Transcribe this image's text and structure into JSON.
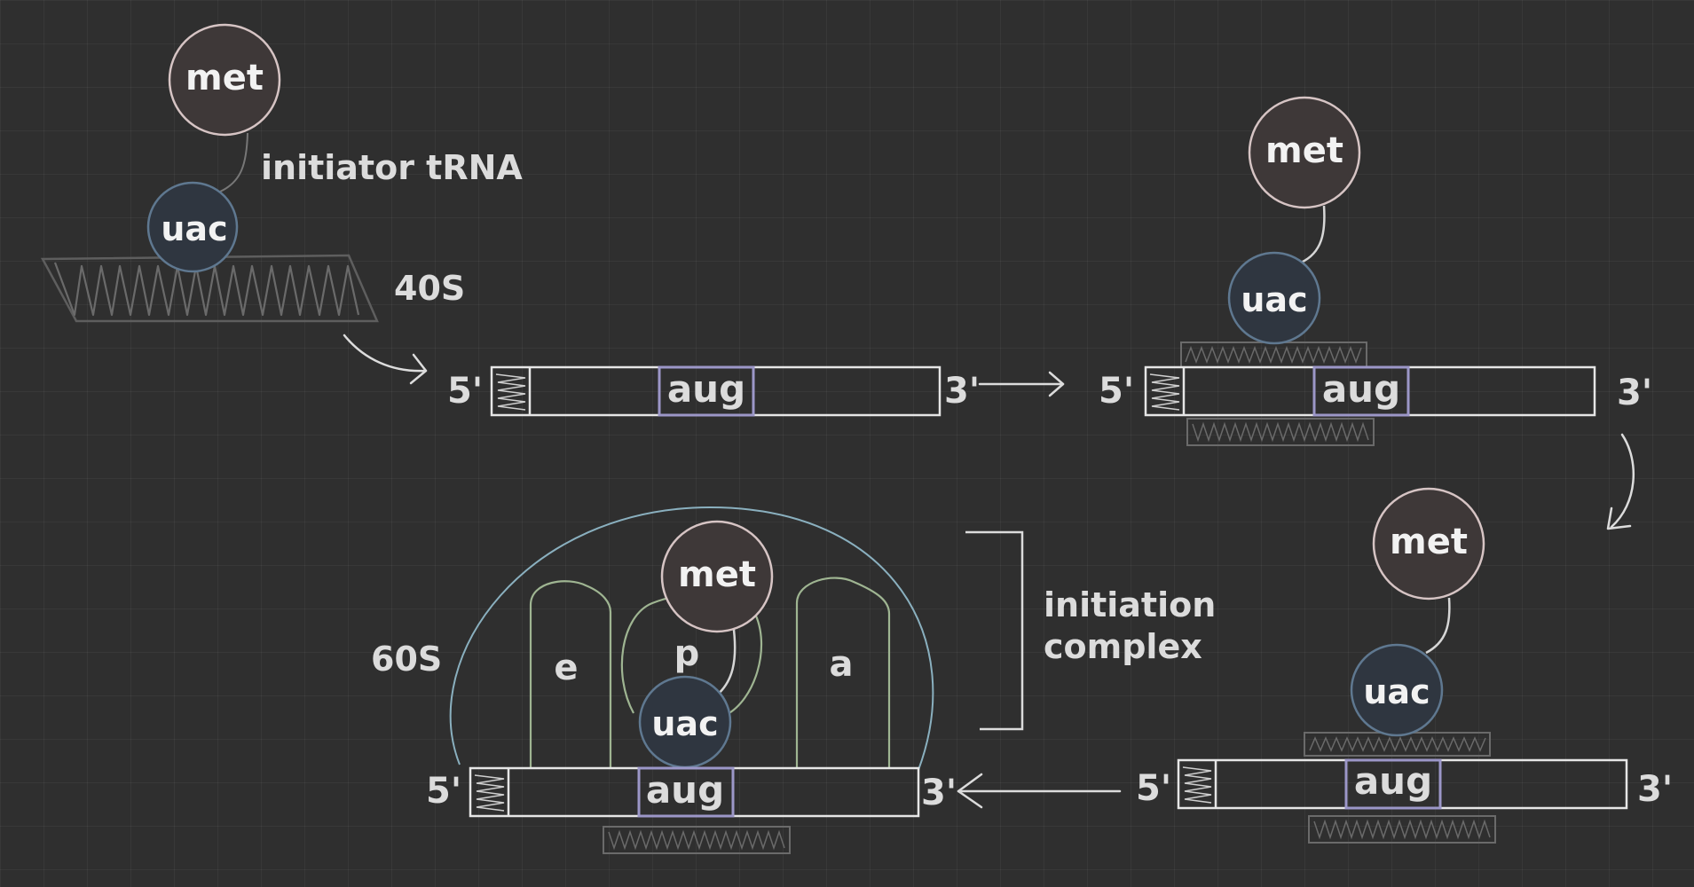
{
  "labels": {
    "five_prime": "5'",
    "three_prime": "3'",
    "codon": "aug",
    "amino_acid": "met",
    "anticodon": "uac",
    "initiator_trna": "initiator tRNA",
    "small_subunit": "40S",
    "large_subunit": "60S",
    "site_e": "e",
    "site_p": "p",
    "site_a": "a",
    "complex_line1": "initiation",
    "complex_line2": "complex"
  },
  "colors": {
    "background": "#2f2f2f",
    "met_fill": "#3e3838",
    "met_stroke": "#d6c4c4",
    "uac_fill": "#2f3640",
    "uac_stroke": "#5f7890",
    "codon_box": "#9c97c8",
    "ribosome_outline": "#8ab0bf",
    "site_outline": "#9fb592",
    "text": "#dcdcdc"
  }
}
